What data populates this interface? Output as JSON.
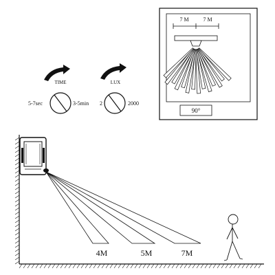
{
  "dials": {
    "time": {
      "label": "TIME",
      "min_label": "5-7sec",
      "max_label": "3-5min"
    },
    "lux": {
      "label": "LUX",
      "min_label": "2",
      "max_label": "2000"
    }
  },
  "coverage_box": {
    "left_range": "7 M",
    "right_range": "7 M",
    "angle": "90°"
  },
  "side_view": {
    "distances": [
      "4M",
      "5M",
      "7M"
    ]
  }
}
